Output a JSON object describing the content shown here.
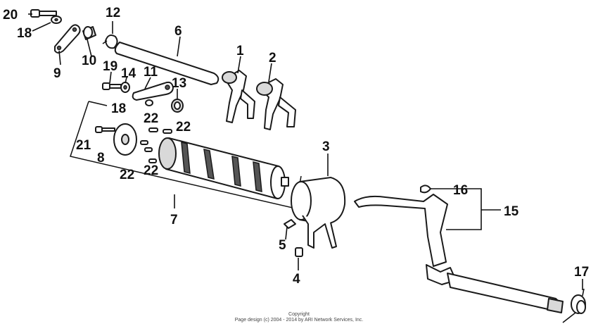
{
  "callouts": {
    "n1": "1",
    "n2": "2",
    "n3": "3",
    "n4": "4",
    "n5": "5",
    "n6": "6",
    "n7": "7",
    "n8": "8",
    "n9": "9",
    "n10": "10",
    "n11": "11",
    "n12": "12",
    "n13": "13",
    "n14": "14",
    "n15": "15",
    "n16": "16",
    "n17": "17",
    "n18a": "18",
    "n18b": "18",
    "n19": "19",
    "n20": "20",
    "n21": "21",
    "n22a": "22",
    "n22b": "22",
    "n22c": "22",
    "n22d": "22"
  },
  "footer": {
    "line1": "Copyright",
    "line2": "Page design (c) 2004 - 2014 by ARI Network Services, Inc."
  }
}
